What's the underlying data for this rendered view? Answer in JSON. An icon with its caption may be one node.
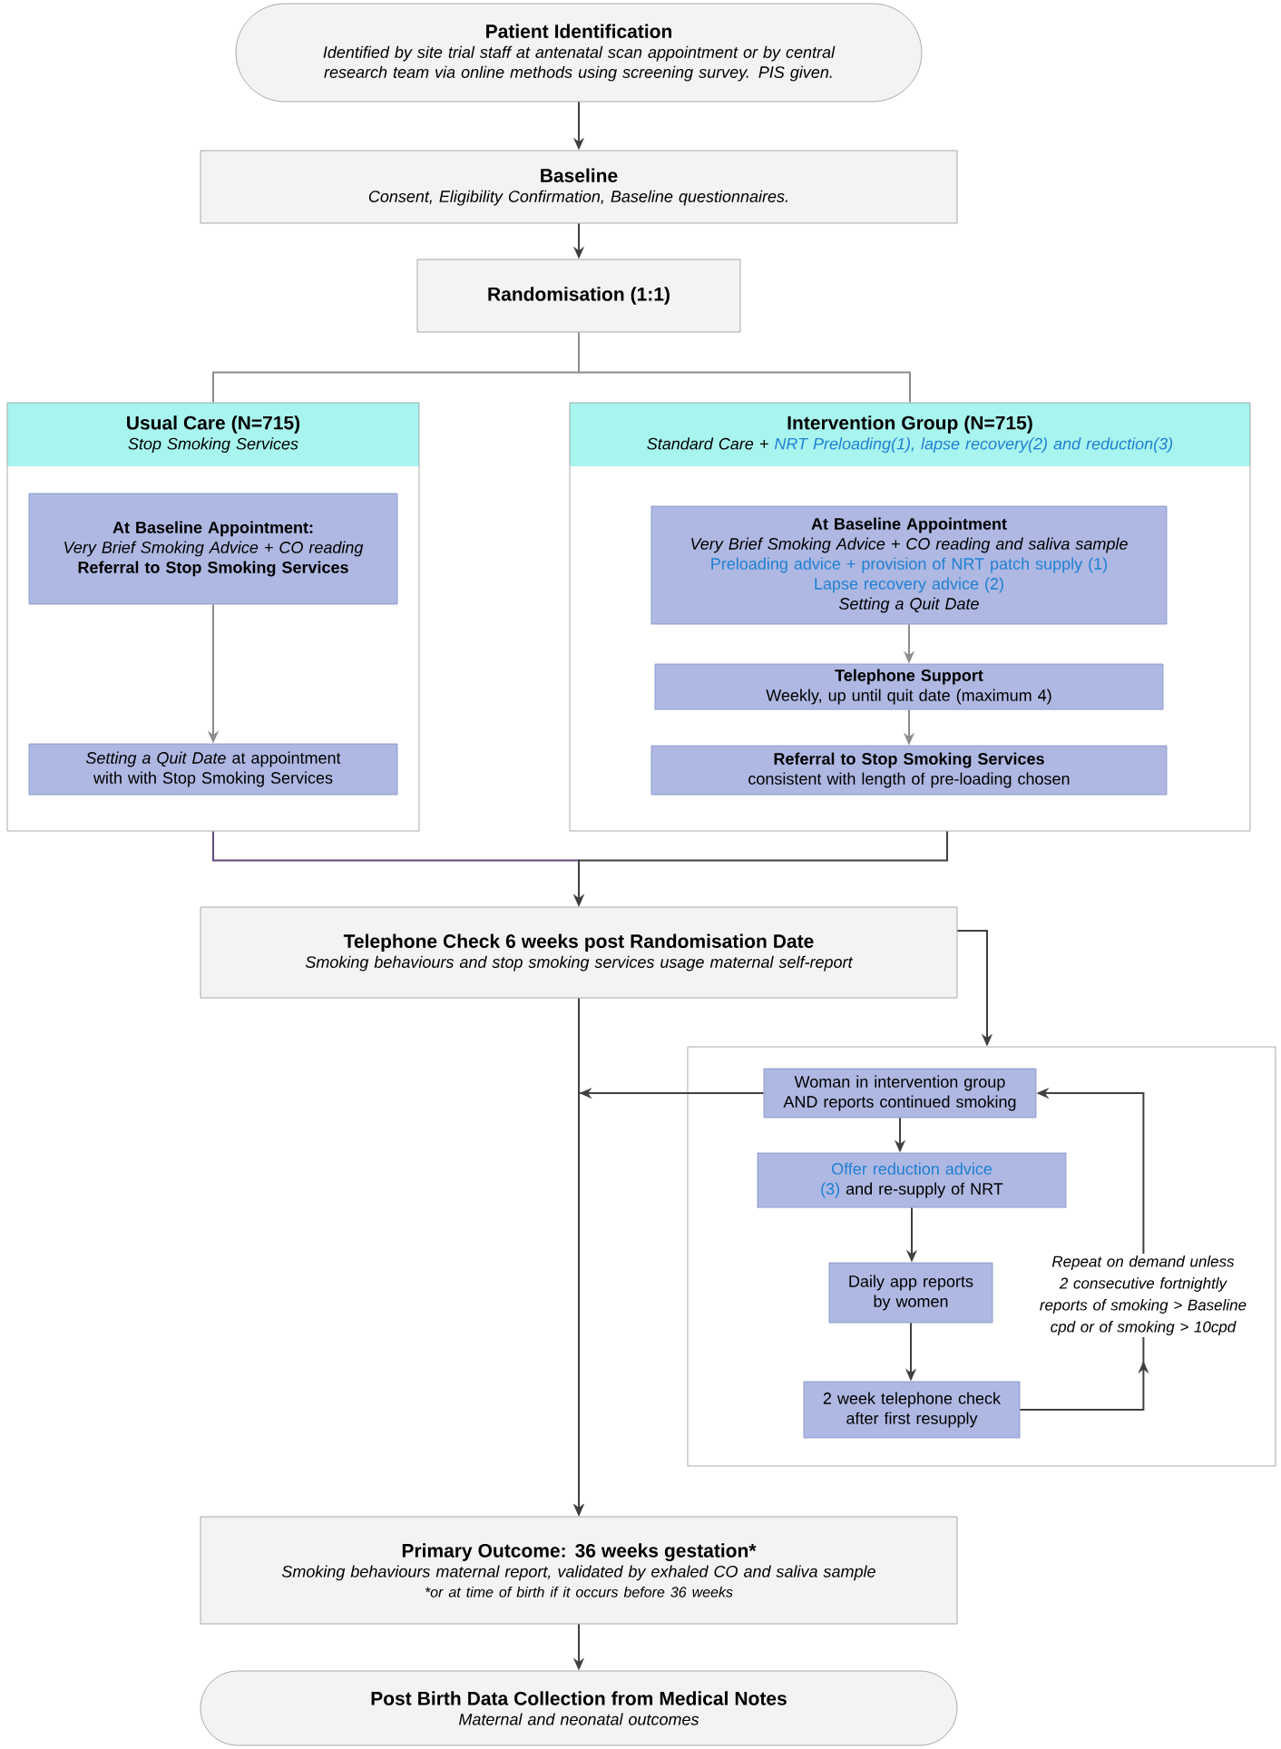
{
  "diagram": {
    "nodes": [
      {
        "text": [
          "Patient Identification",
          "Identified by site trial staff at antenatal scan appointment or by central research team via online methods using screening survey. PIS given."
        ]
      },
      {
        "text": [
          "Baseline",
          "Consent, Eligibility Confirmation, Baseline questionnaires."
        ]
      },
      {
        "text": [
          "Randomisation (1:1)"
        ]
      },
      {
        "text": [
          "Usual Care (N=715)",
          "Stop Smoking Services"
        ]
      },
      {
        "text": [
          "At Baseline Appointment:",
          "Very Brief Smoking Advice + CO reading",
          "Referral to Stop Smoking Services"
        ],
        "in": 3
      },
      {
        "text": [
          "*Setting a Quit Date* at appointment with with Stop Smoking Services"
        ],
        "in": 3
      },
      {
        "text": [
          "Intervention Group (N=715)",
          "Standard Care +",
          "NRT Preloading(1), lapse recovery(2) and reduction(3)"
        ]
      },
      {
        "text": [
          "At Baseline Appointment",
          "Very Brief Smoking Advice + CO reading and saliva sample",
          "Preloading advice + provision of NRT patch supply (1)",
          "Lapse recovery advice (2)",
          "Setting a Quit Date"
        ],
        "in": 6
      },
      {
        "text": [
          "Telephone Support",
          "Weekly, up until quit date (maximum 4)"
        ],
        "in": 6
      },
      {
        "text": [
          "Referral to Stop Smoking Services",
          "consistent with length of pre-loading chosen"
        ],
        "in": 6
      },
      {
        "text": [
          "Telephone Check 6 weeks post Randomisation Date",
          "Smoking behaviours and stop smoking services usage maternal self-report"
        ]
      },
      {
        "text": [],
        "shape": "box"
      },
      {
        "text": [
          "Woman in intervention group AND reports continued smoking"
        ],
        "in": 11
      },
      {
        "text": [
          "Offer reduction advice (3)",
          "and re-supply of NRT"
        ],
        "in": 11
      },
      {
        "text": [
          "Daily app reports by women"
        ],
        "in": 11
      },
      {
        "text": [
          "2 week telephone check after first resupply"
        ],
        "in": 11
      },
      {
        "text": [
          "Primary Outcome: 36 weeks gestation*",
          "Smoking behaviours maternal report, validated by exhaled CO and saliva sample",
          "*or at time of birth if it occurs before 36 weeks"
        ]
      },
      {
        "text": [
          "Post Birth Data Collection from Medical Notes",
          "Maternal and neonatal outcomes"
        ]
      }
    ],
    "edges": [
      {
        "from": 0,
        "to": 1,
        "arrow": "to"
      },
      {
        "from": 1,
        "to": 2,
        "arrow": "to"
      },
      {
        "from": 2,
        "to": 3,
        "arrow": "none",
        "color": "#8c8c8c"
      },
      {
        "from": 2,
        "to": 6,
        "arrow": "none",
        "color": "#8c8c8c"
      },
      {
        "from": 4,
        "to": 5,
        "arrow": "to",
        "color": "#8c8c8c"
      },
      {
        "from": 7,
        "to": 8,
        "arrow": "to",
        "color": "#8c8c8c"
      },
      {
        "from": 8,
        "to": 9,
        "arrow": "to",
        "color": "#8c8c8c"
      },
      {
        "from": 3,
        "to": 10,
        "arrow": "to",
        "color": "#604a7b"
      },
      {
        "from": 6,
        "to": 10,
        "arrow": "to"
      },
      {
        "from": 10,
        "to": 11,
        "arrow": "to"
      },
      {
        "from": 10,
        "to": 16,
        "arrow": "to"
      },
      {
        "from": 12,
        "to": 16,
        "arrow": "to"
      },
      {
        "from": 12,
        "to": 13,
        "arrow": "to"
      },
      {
        "from": 13,
        "to": 14,
        "arrow": "to"
      },
      {
        "from": 14,
        "to": 15,
        "arrow": "to"
      },
      {
        "from": 15,
        "to": 12,
        "arrow": "to",
        "label": "Repeat on demand unless 2 consecutive fortnightly reports of smoking > Baseline cpd or of smoking > 10cpd"
      },
      {
        "from": 16,
        "to": 17,
        "arrow": "to"
      }
    ]
  }
}
